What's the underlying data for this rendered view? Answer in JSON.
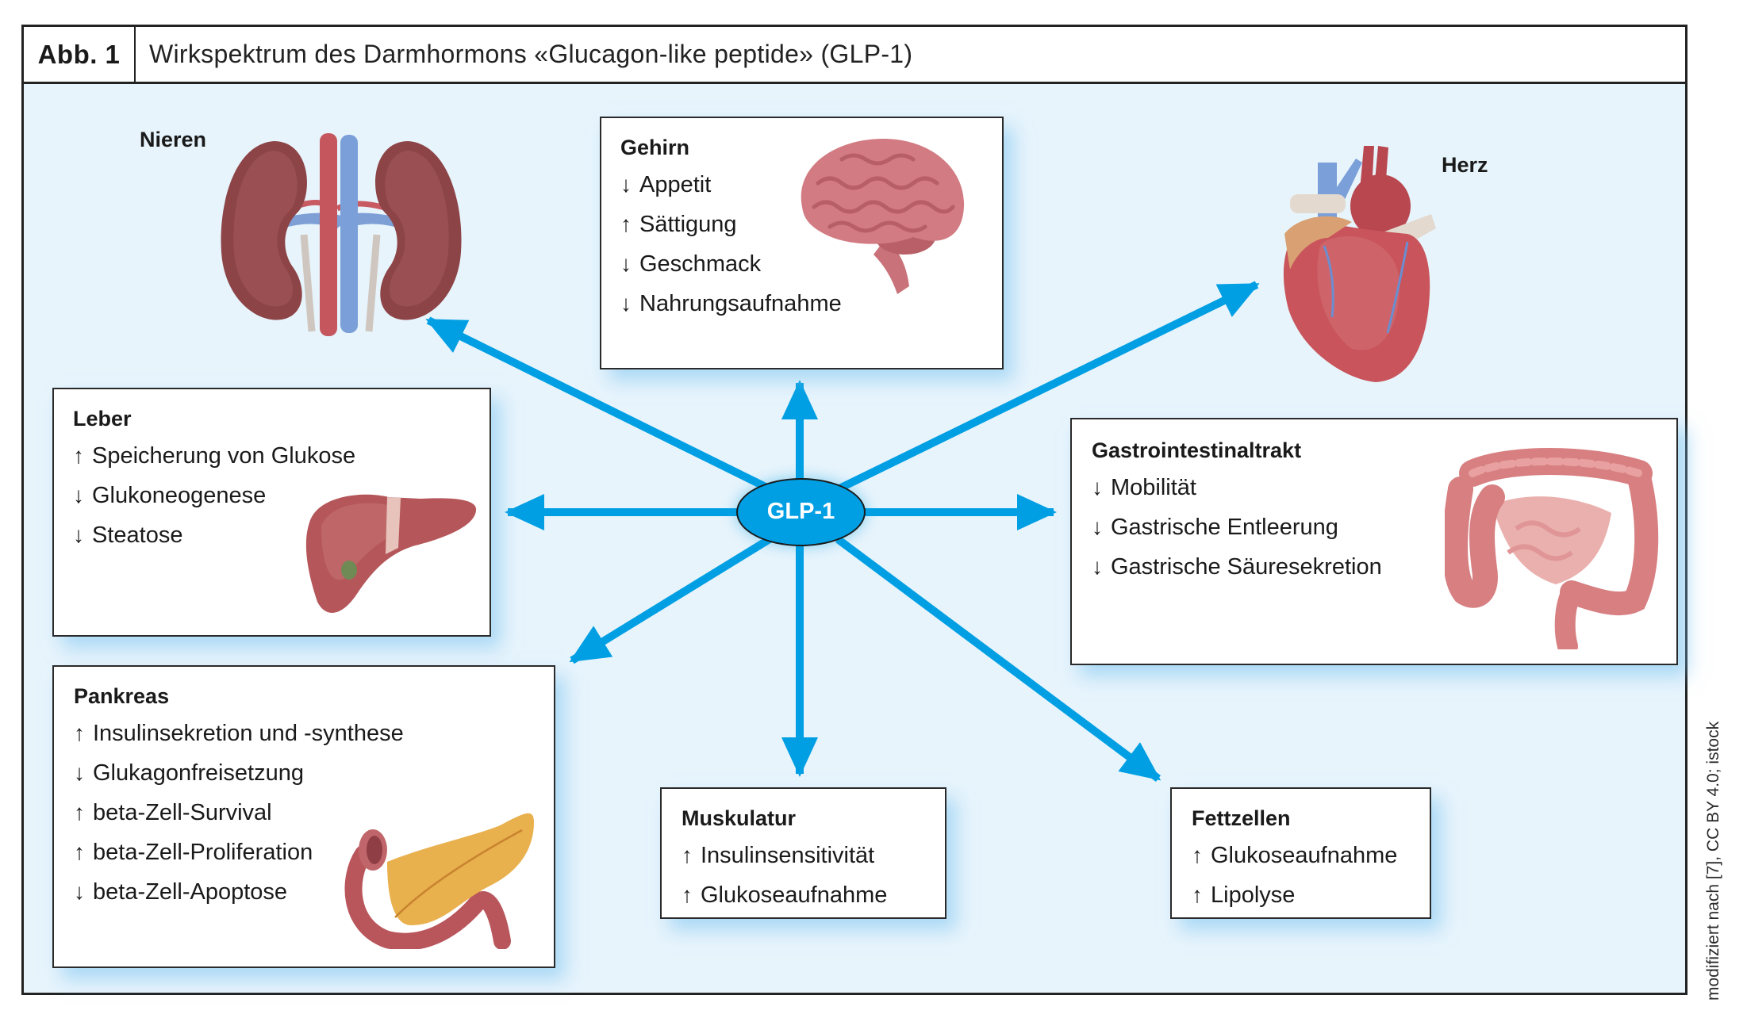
{
  "figure": {
    "number": "Abb. 1",
    "title": "Wirkspektrum des Darmhormons «Glucagon-like peptide» (GLP-1)",
    "credit": "modifiziert nach [7], CC BY 4.0; istock"
  },
  "center": {
    "label": "GLP-1",
    "color": "#009fe3"
  },
  "arrow_color": "#009fe3",
  "organ_labels": {
    "kidneys": "Nieren",
    "heart": "Herz"
  },
  "boxes": {
    "brain": {
      "title": "Gehirn",
      "effects": [
        {
          "dir": "↓",
          "text": "Appetit"
        },
        {
          "dir": "↑",
          "text": "Sättigung"
        },
        {
          "dir": "↓",
          "text": "Geschmack"
        },
        {
          "dir": "↓",
          "text": "Nahrungsaufnahme"
        }
      ]
    },
    "liver": {
      "title": "Leber",
      "effects": [
        {
          "dir": "↑",
          "text": "Speicherung von Glukose"
        },
        {
          "dir": "↓",
          "text": "Glukoneogenese"
        },
        {
          "dir": "↓",
          "text": "Steatose"
        }
      ]
    },
    "gi": {
      "title": "Gastrointestinaltrakt",
      "effects": [
        {
          "dir": "↓",
          "text": "Mobilität"
        },
        {
          "dir": "↓",
          "text": "Gastrische Entleerung"
        },
        {
          "dir": "↓",
          "text": "Gastrische Säuresekretion"
        }
      ]
    },
    "pancreas": {
      "title": "Pankreas",
      "effects": [
        {
          "dir": "↑",
          "text": "Insulinsekretion und -synthese"
        },
        {
          "dir": "↓",
          "text": "Glukagonfreisetzung"
        },
        {
          "dir": "↑",
          "text": "beta-Zell-Survival"
        },
        {
          "dir": "↑",
          "text": "beta-Zell-Proliferation"
        },
        {
          "dir": "↓",
          "text": "beta-Zell-Apoptose"
        }
      ]
    },
    "muscle": {
      "title": "Muskulatur",
      "effects": [
        {
          "dir": "↑",
          "text": "Insulinsensitivität"
        },
        {
          "dir": "↑",
          "text": "Glukoseaufnahme"
        }
      ]
    },
    "fat": {
      "title": "Fettzellen",
      "effects": [
        {
          "dir": "↑",
          "text": "Glukoseaufnahme"
        },
        {
          "dir": "↑",
          "text": "Lipolyse"
        }
      ]
    }
  },
  "arrow_targets": [
    "kidneys",
    "brain",
    "heart",
    "liver",
    "gi",
    "pancreas",
    "muscle",
    "fat"
  ]
}
